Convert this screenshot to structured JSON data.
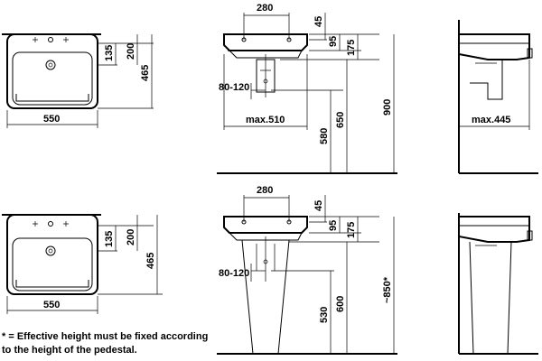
{
  "top_row": {
    "plan": {
      "width_label": "550",
      "depth_label": "465",
      "dim_200": "200",
      "dim_135": "135"
    },
    "front": {
      "tap_spacing": "280",
      "dim_45": "45",
      "dim_95": "95",
      "dim_175": "175",
      "waste_range": "80-120",
      "max_width": "max.510",
      "dim_580": "580",
      "dim_650": "650",
      "dim_900": "900"
    },
    "side": {
      "max_depth": "max.445"
    }
  },
  "bottom_row": {
    "plan": {
      "width_label": "550",
      "depth_label": "465",
      "dim_200": "200",
      "dim_135": "135"
    },
    "front": {
      "tap_spacing": "280",
      "dim_45": "45",
      "dim_95": "95",
      "dim_175": "175",
      "waste_range": "80-120",
      "dim_530": "530",
      "dim_600": "600",
      "dim_850": "~850*"
    }
  },
  "footnote": {
    "line1": "* = Effective height must be fixed according",
    "line2": "to the height of the pedestal."
  }
}
